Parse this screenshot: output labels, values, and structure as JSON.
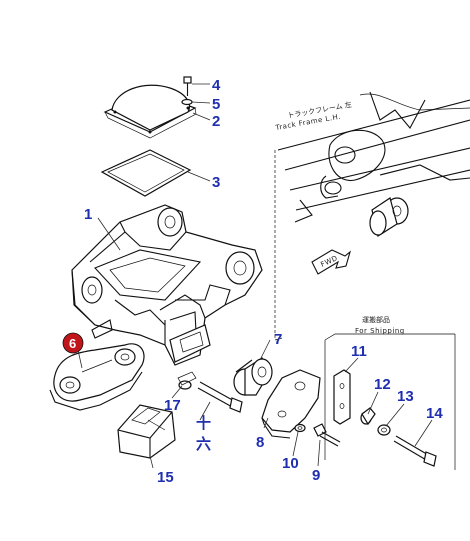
{
  "title": "",
  "callouts": [
    {
      "id": "1",
      "label": "1"
    },
    {
      "id": "2",
      "label": "2"
    },
    {
      "id": "3",
      "label": "3"
    },
    {
      "id": "4",
      "label": "4"
    },
    {
      "id": "5",
      "label": "5"
    },
    {
      "id": "6",
      "label": "6",
      "highlighted": true
    },
    {
      "id": "7",
      "label": "7"
    },
    {
      "id": "8",
      "label": "8"
    },
    {
      "id": "9",
      "label": "9"
    },
    {
      "id": "10",
      "label": "10"
    },
    {
      "id": "11",
      "label": "11"
    },
    {
      "id": "12",
      "label": "12"
    },
    {
      "id": "13",
      "label": "13"
    },
    {
      "id": "14",
      "label": "14"
    },
    {
      "id": "15",
      "label": "15"
    },
    {
      "id": "16",
      "label": "十\n六"
    },
    {
      "id": "17",
      "label": "17"
    }
  ],
  "annotations": {
    "track_frame_jp": "トラックフレーム 左",
    "track_frame_en": "Track Frame L.H.",
    "shipping_jp": "運搬部品",
    "shipping_en": "For Shipping",
    "fwd": "FWD",
    "kanji_ten": "十",
    "kanji_six": "六"
  },
  "colors": {
    "callout": "#1f2fb0",
    "highlight_fill": "#c0151b",
    "line": "#111111"
  }
}
